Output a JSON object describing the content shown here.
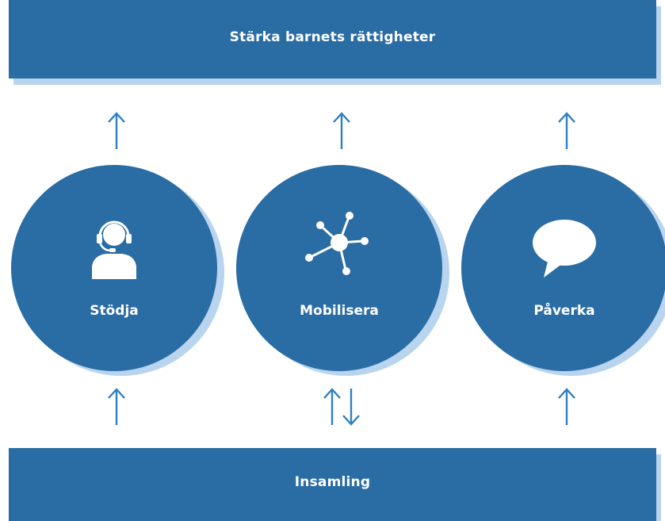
{
  "header": {
    "title": "Stärka barnets rättigheter"
  },
  "footer": {
    "title": "Insamling"
  },
  "pillars": [
    {
      "label": "Stödja",
      "icon": "headset-person-icon"
    },
    {
      "label": "Mobilisera",
      "icon": "network-hub-icon"
    },
    {
      "label": "Påverka",
      "icon": "speech-bubble-icon"
    }
  ],
  "colors": {
    "primary": "#2a6ca4",
    "shadow": "#b8d4ee",
    "arrow": "#2e7fc1"
  }
}
